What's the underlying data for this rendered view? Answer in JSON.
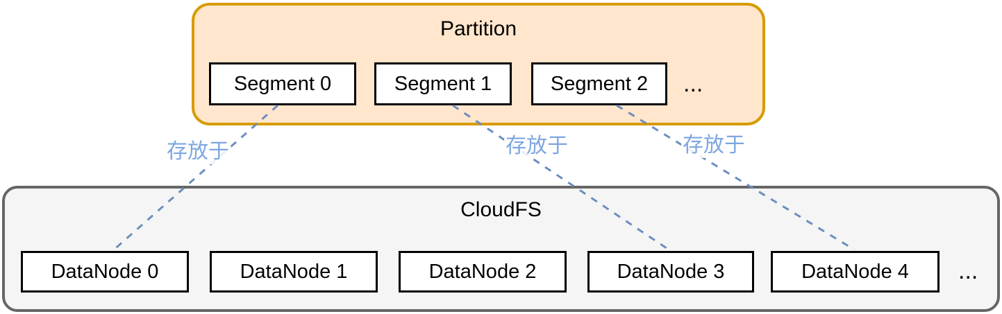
{
  "partition": {
    "title": "Partition",
    "fill": "#FFE6CC",
    "border_color": "#D79B00",
    "segments": [
      "Segment 0",
      "Segment 1",
      "Segment 2"
    ],
    "ellipsis": "..."
  },
  "cloudfs": {
    "title": "CloudFS",
    "fill": "#F5F5F5",
    "border_color": "#666666",
    "datanodes": [
      "DataNode 0",
      "DataNode 1",
      "DataNode 2",
      "DataNode 3",
      "DataNode 4"
    ],
    "ellipsis": "..."
  },
  "edges": {
    "line_color": "#6C8EBF",
    "label_color": "#7EA6E0",
    "connections": [
      {
        "from": "Segment 0",
        "to": "DataNode 0",
        "label": "存放于"
      },
      {
        "from": "Segment 1",
        "to": "DataNode 3",
        "label": "存放于"
      },
      {
        "from": "Segment 2",
        "to": "DataNode 4",
        "label": "存放于"
      }
    ]
  }
}
